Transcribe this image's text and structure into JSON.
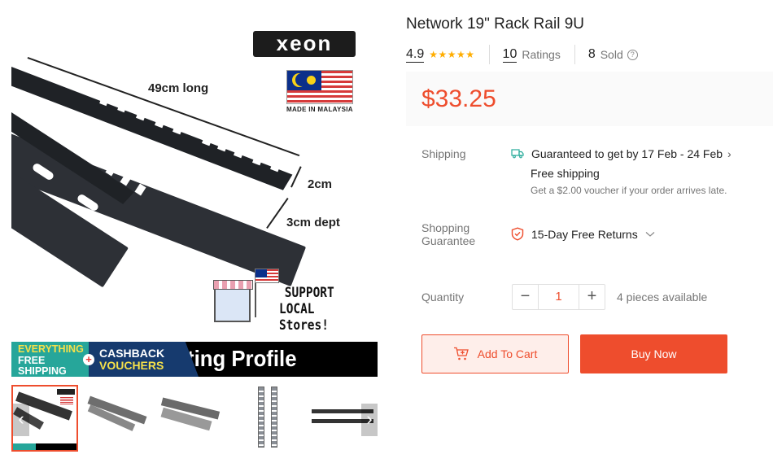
{
  "product": {
    "title": "Network 19\" Rack Rail 9U",
    "rating": "4.9",
    "stars": "★★★★★",
    "ratings_count": "10",
    "ratings_label": "Ratings",
    "sold_count": "8",
    "sold_label": "Sold",
    "help_icon": "?",
    "price": "$33.25"
  },
  "shipping": {
    "label": "Shipping",
    "guarantee_text": "Guaranteed to get by 17 Feb - 24 Feb",
    "chevron": "›",
    "free_shipping": "Free shipping",
    "voucher_note": "Get a $2.00 voucher if your order arrives late.",
    "icon": "truck-icon"
  },
  "guarantee": {
    "label_line1": "Shopping",
    "label_line2": "Guarantee",
    "text": "15-Day Free Returns",
    "chevron": "⌄",
    "icon": "shield-check-icon"
  },
  "quantity": {
    "label": "Quantity",
    "minus": "−",
    "value": "1",
    "plus": "+",
    "available": "4 pieces available"
  },
  "actions": {
    "add_to_cart": "Add To Cart",
    "buy_now": "Buy Now"
  },
  "colors": {
    "accent": "#ee4d2d",
    "star": "#ffad00",
    "truck": "#26aa99",
    "price_bg": "#fafafa",
    "cart_bg": "#feeeea"
  },
  "image": {
    "brand": "xeon",
    "made_in": "MADE IN MALAYSIA",
    "length_label": "49cm long",
    "height_label": "2cm",
    "depth_label": "3cm dept",
    "support_line1": "SUPPORT",
    "support_line2": "LOCAL Stores!",
    "promo_green_line1": "EVERYTHING",
    "promo_green_line2": "FREE",
    "promo_green_line3": "SHIPPING",
    "promo_plus": "+",
    "promo_blue_line1": "CASHBACK",
    "promo_blue_line2": "VOUCHERS",
    "profile_text": "ting Profile"
  },
  "thumbnails": {
    "prev": "‹",
    "next": "›",
    "count": 5
  }
}
